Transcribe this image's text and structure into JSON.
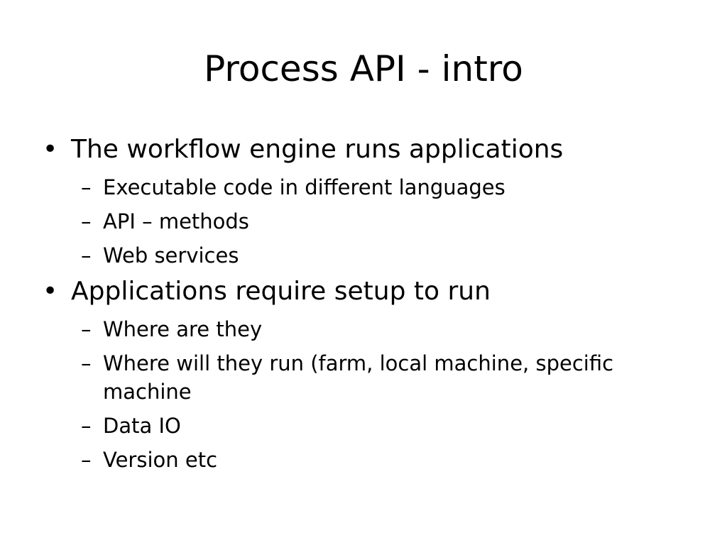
{
  "slide": {
    "title": "Process API - intro",
    "bullets": [
      {
        "text": "The workflow engine runs applications",
        "subitems": [
          "Executable code in different languages",
          "API – methods",
          "Web services"
        ]
      },
      {
        "text": "Applications require setup to run",
        "subitems": [
          "Where are they",
          "Where will they run (farm, local machine, specific machine",
          "Data IO",
          "Version etc"
        ]
      }
    ],
    "bullet_glyph": "•",
    "dash_glyph": "–"
  }
}
